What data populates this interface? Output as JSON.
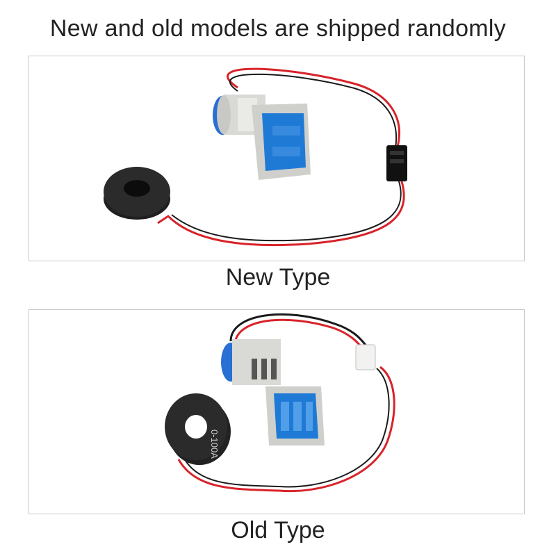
{
  "headline": "New and old models are shipped randomly",
  "panels": [
    {
      "caption": "New Type"
    },
    {
      "caption": "Old Type",
      "coil_label": "0-100A"
    }
  ],
  "colors": {
    "wire_red": "#d8232a",
    "wire_black": "#1a1a1a",
    "housing": "#d9d9d6",
    "display_blue": "#1f7ad6",
    "knob_blue": "#2a6fd4",
    "coil": "#2b2b2b"
  }
}
